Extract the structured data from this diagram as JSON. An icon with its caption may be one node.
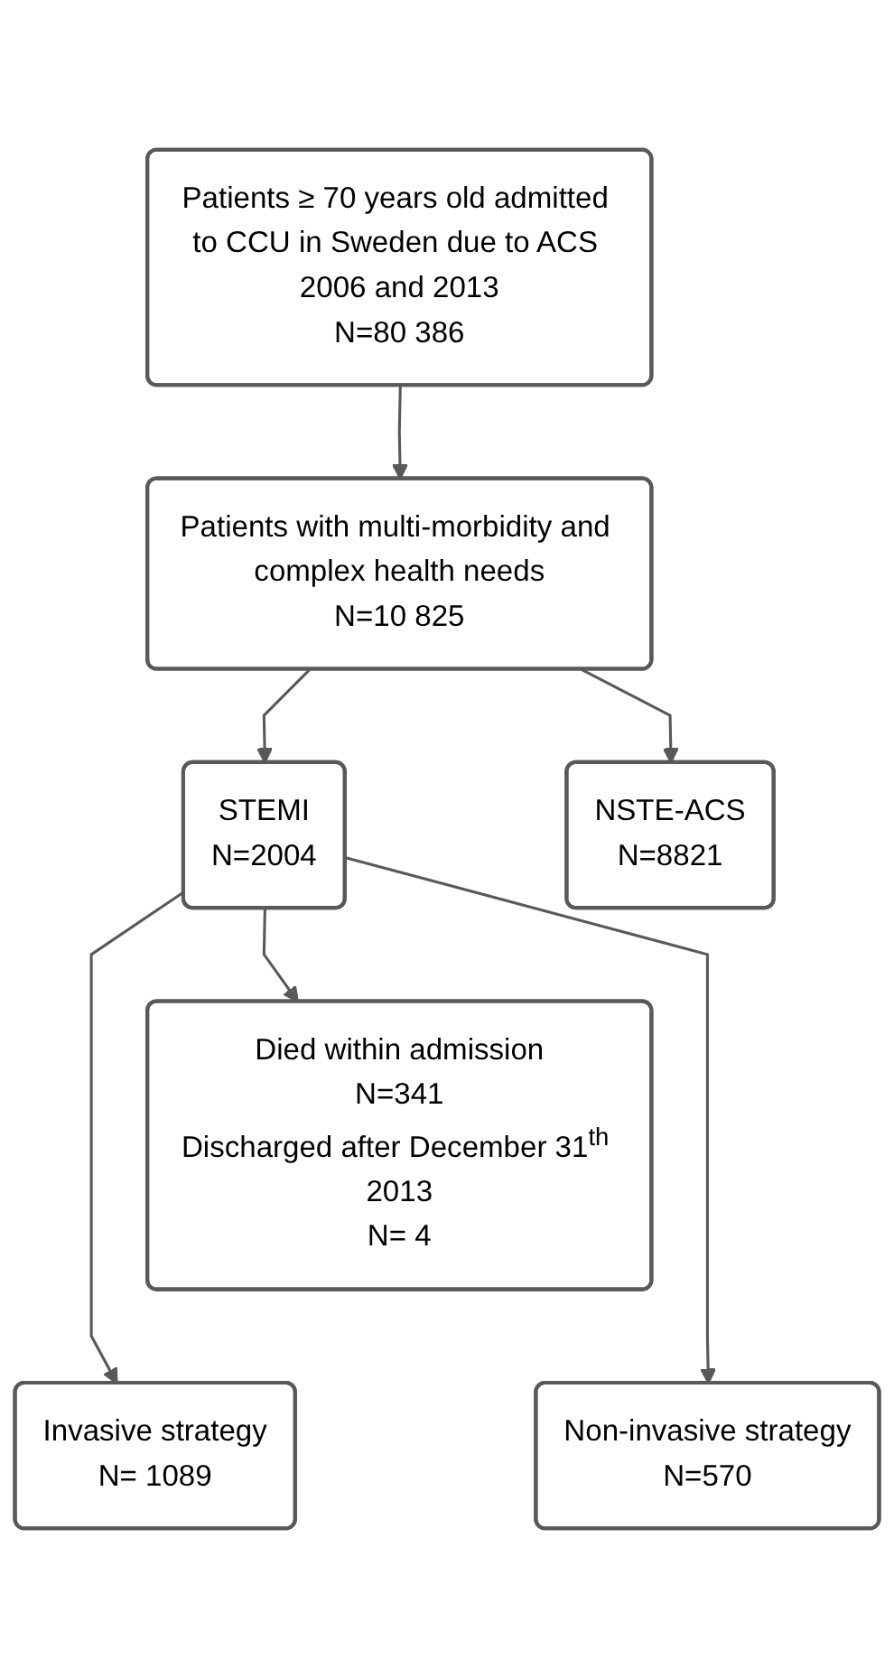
{
  "diagram": {
    "nodes": [
      {
        "text": [
          "Patients ≥ 70 years old admitted to CCU in Sweden due to ACS 2006 and 2013",
          "N=80 386"
        ]
      },
      {
        "text": [
          "Patients with multi-morbidity and complex health needs",
          "N=10 825"
        ]
      },
      {
        "text": [
          "STEMI",
          "N=2004"
        ]
      },
      {
        "text": [
          "NSTE-ACS",
          "N=8821"
        ]
      },
      {
        "text": [
          "Died within admission",
          "N=341",
          "Discharged after December 31$^{th}$ 2013",
          "N= 4"
        ]
      },
      {
        "text": [
          "Invasive strategy",
          "N= 1089"
        ]
      },
      {
        "text": [
          "Non-invasive strategy",
          "N=570"
        ]
      }
    ],
    "edges": [
      {
        "from": 0,
        "to": 1,
        "arrow": "to"
      },
      {
        "from": 1,
        "to": 2,
        "arrow": "to"
      },
      {
        "from": 1,
        "to": 3,
        "arrow": "to"
      },
      {
        "from": 2,
        "to": 4,
        "arrow": "to"
      },
      {
        "from": 2,
        "to": 5,
        "arrow": "to"
      },
      {
        "from": 2,
        "to": 6,
        "arrow": "to"
      }
    ]
  }
}
